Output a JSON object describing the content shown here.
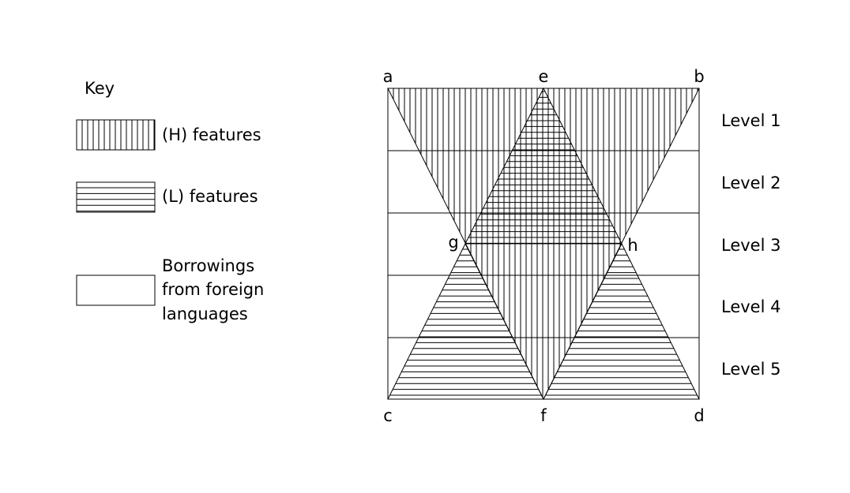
{
  "key": {
    "title": "Key",
    "items": [
      {
        "id": "h",
        "pattern": "vertical",
        "lines": [
          "(H) features"
        ]
      },
      {
        "id": "l",
        "pattern": "horizontal",
        "lines": [
          "(L) features"
        ]
      },
      {
        "id": "b",
        "pattern": "none",
        "lines": [
          "Borrowings",
          "from foreign",
          "languages"
        ]
      }
    ]
  },
  "points": {
    "a": "a",
    "e": "e",
    "b": "b",
    "g": "g",
    "h": "h",
    "c": "c",
    "f": "f",
    "d": "d"
  },
  "levels": [
    "Level 1",
    "Level 2",
    "Level 3",
    "Level 4",
    "Level 5"
  ],
  "colors": {
    "stroke": "#000000",
    "background": "#ffffff"
  }
}
